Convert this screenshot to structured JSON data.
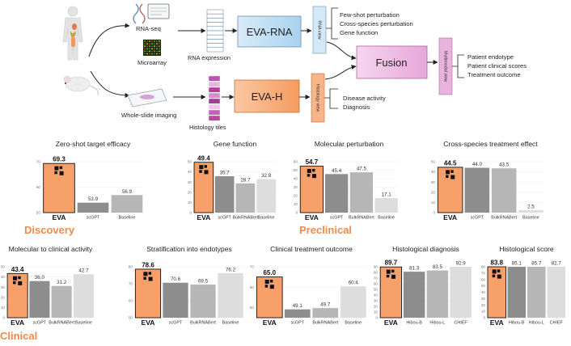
{
  "diagram": {
    "inputs": {
      "rnaseq": "RNA-seq",
      "microarray": "Microarray",
      "rna_expression": "RNA expression",
      "wsi": "Whole-slide imaging",
      "histology_tiles": "Histology tiles"
    },
    "models": {
      "rna": "EVA-RNA",
      "h": "EVA-H",
      "fusion": "Fusion"
    },
    "views": {
      "rna": "RNA view",
      "histology": "Histology view",
      "multimodal": "Multimodal view"
    },
    "rna_tasks": [
      "Few-shot perturbation",
      "Cross-species perturbation",
      "Gene function"
    ],
    "h_tasks": [
      "Disease activity",
      "Diagnosis"
    ],
    "fusion_tasks": [
      "Patient endotype",
      "Patient clinical scores",
      "Treatment outcome"
    ]
  },
  "sections": {
    "discovery": "Discovery",
    "preclinical": "Preclinical",
    "clinical": "Clinical"
  },
  "colors": {
    "eva": "#f7a06a",
    "dark": "#8d8d8d",
    "mid": "#b6b6b6",
    "light": "#dddddd",
    "accent": "#ef8a4a"
  },
  "chart_data": [
    {
      "type": "bar",
      "title": "Zero-shot target efficacy",
      "ylim": [
        50,
        70
      ],
      "yticks": [
        50,
        60,
        70
      ],
      "categories": [
        "EVA",
        "scGPT",
        "Baseline"
      ],
      "values": [
        69.3,
        53.9,
        56.9
      ],
      "labels": [
        "69.3",
        "53.9",
        "56.9"
      ]
    },
    {
      "type": "bar",
      "title": "Gene function",
      "ylim": [
        0,
        50
      ],
      "yticks": [
        0,
        10,
        20,
        30,
        40,
        50
      ],
      "categories": [
        "EVA",
        "scGPT",
        "BulkRNABert",
        "Baseline"
      ],
      "values": [
        49.4,
        35.7,
        28.7,
        32.8
      ],
      "labels": [
        "49.4",
        "35.7",
        "28.7",
        "32.8"
      ]
    },
    {
      "type": "bar",
      "title": "Molecular perturbation",
      "ylim": [
        0,
        60
      ],
      "yticks": [
        0,
        10,
        20,
        30,
        40,
        50,
        60
      ],
      "categories": [
        "EVA",
        "scGPT",
        "BulkRNABert",
        "Baseline"
      ],
      "values": [
        54.7,
        45.4,
        47.5,
        17.1
      ],
      "labels": [
        "54.7",
        "45.4",
        "47.5",
        "17.1"
      ]
    },
    {
      "type": "bar",
      "title": "Cross-species treatment effect",
      "ylim": [
        0,
        50
      ],
      "yticks": [
        0,
        10,
        20,
        30,
        40,
        50
      ],
      "categories": [
        "EVA",
        "scGPT",
        "BulkRNABert",
        "Baseline"
      ],
      "values": [
        44.5,
        44.0,
        43.5,
        2.5
      ],
      "labels": [
        "44.5",
        "44.0",
        "43.5",
        "2.5"
      ]
    },
    {
      "type": "bar",
      "title": "Molecular to clinical activity",
      "ylim": [
        0,
        50
      ],
      "yticks": [
        0,
        10,
        20,
        30,
        40,
        50
      ],
      "categories": [
        "EVA",
        "scGPT",
        "BulkRNABert",
        "Baseline"
      ],
      "values": [
        43.4,
        36.0,
        31.2,
        42.7
      ],
      "labels": [
        "43.4",
        "36.0",
        "31.2",
        "42.7"
      ]
    },
    {
      "type": "bar",
      "title": "Stratification into endotypes",
      "ylim": [
        50,
        80
      ],
      "yticks": [
        50,
        60,
        70,
        80
      ],
      "categories": [
        "EVA",
        "scGPT",
        "BulkRNABert",
        "Baseline"
      ],
      "values": [
        78.6,
        70.6,
        69.5,
        76.2
      ],
      "labels": [
        "78.6",
        "70.6",
        "69.5",
        "76.2"
      ]
    },
    {
      "type": "bar",
      "title": "Clinical treatment outcome",
      "ylim": [
        45,
        70
      ],
      "yticks": [
        50,
        60,
        70
      ],
      "categories": [
        "EVA",
        "scGPT",
        "BulkRNABert",
        "Baseline"
      ],
      "values": [
        65.0,
        49.1,
        49.7,
        60.4
      ],
      "labels": [
        "65.0",
        "49.1",
        "49.7",
        "60.4"
      ]
    },
    {
      "type": "bar",
      "title": "Histological diagnosis",
      "ylim": [
        0,
        90
      ],
      "yticks": [
        0,
        10,
        20,
        30,
        40,
        50,
        60,
        70,
        80,
        90
      ],
      "categories": [
        "EVA",
        "Hibou-B",
        "Hibou-L",
        "CHIEF"
      ],
      "values": [
        89.7,
        81.3,
        83.5,
        92.9
      ],
      "labels": [
        "89.7",
        "81.3",
        "83.5",
        "92.9"
      ]
    },
    {
      "type": "bar",
      "title": "Histological score",
      "ylim": [
        0,
        80
      ],
      "yticks": [
        0,
        10,
        20,
        30,
        40,
        50,
        60,
        70,
        80
      ],
      "categories": [
        "EVA",
        "Hibou-B",
        "Hibou-L",
        "CHIEF"
      ],
      "values": [
        83.8,
        85.1,
        85.7,
        82.7
      ],
      "labels": [
        "83.8",
        "85.1",
        "85.7",
        "82.7"
      ]
    }
  ]
}
